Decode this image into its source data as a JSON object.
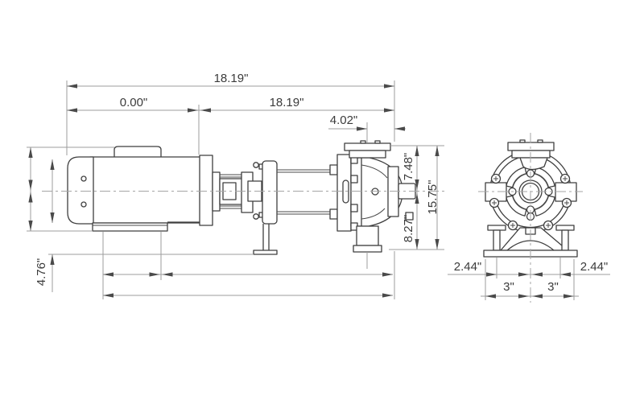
{
  "dimensions": {
    "top_overall": "18.19\"",
    "top_segment_left": "0.00\"",
    "top_segment_right": "18.19\"",
    "discharge_offset": "4.02\"",
    "centerline_to_top": "7.48\"",
    "centerline_to_base": "8.27\"",
    "overall_height": "15.75\"",
    "base_height": "4.76\"",
    "end_view": {
      "left_offset": "2.44\"",
      "right_offset": "2.44\"",
      "half_width_left": "3\"",
      "half_width_right": "3\""
    }
  },
  "style": {
    "outline_color": "#3f3f3f",
    "dimension_line_color": "#9c9c9c",
    "text_color": "#3b3b3b",
    "background": "#ffffff"
  }
}
